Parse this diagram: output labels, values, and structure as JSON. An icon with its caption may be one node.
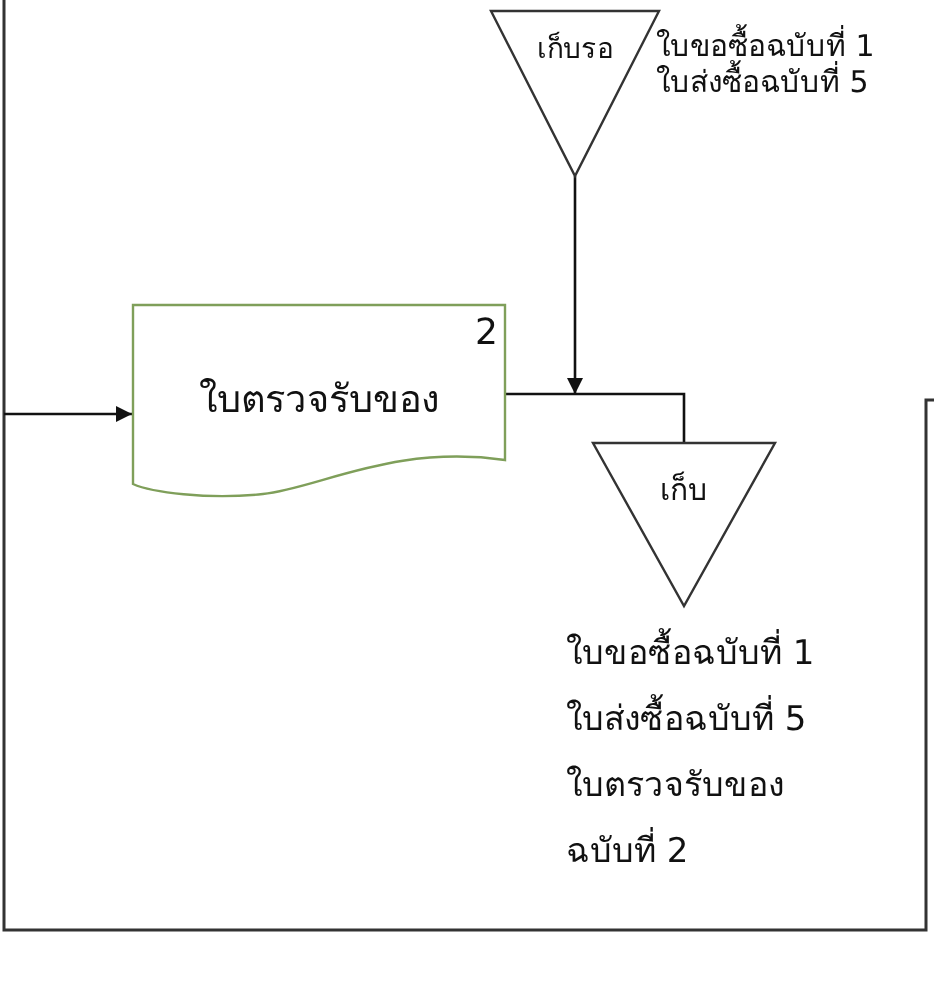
{
  "diagram": {
    "nodes": [
      {
        "text": [
          "เก็บรอ"
        ],
        "beside": [
          "ใบขอซื้อฉบับที่ 1",
          "ใบส่งซื้อฉบับที่ 5"
        ]
      },
      {
        "text": [
          "2",
          "ใบตรวจรับของ"
        ]
      },
      {
        "text": [
          "เก็บ"
        ],
        "beside": [
          "ใบขอซื้อฉบับที่ 1",
          "ใบส่งซื้อฉบับที่ 5",
          "ใบตรวจรับของ ฉบับที่ 2"
        ]
      }
    ],
    "edges": [
      {
        "from": null,
        "to": 1,
        "arrow": "to"
      },
      {
        "from": 0,
        "to": 2,
        "arrow": "to"
      },
      {
        "from": 1,
        "to": 2,
        "arrow": "none"
      }
    ]
  }
}
